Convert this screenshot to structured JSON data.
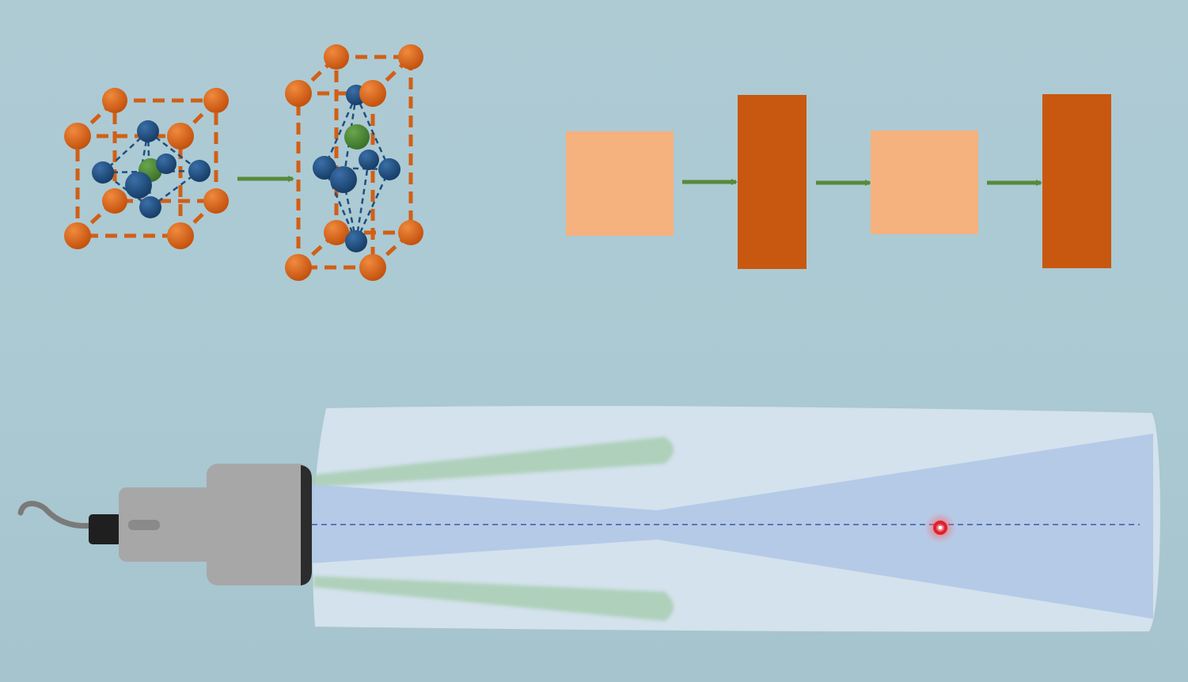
{
  "colors": {
    "background": "#abc9d2",
    "orange_atom": "#d15f16",
    "blue_atom": "#1e4f80",
    "green_atom": "#4a8a35",
    "arrow": "#568a3b",
    "light_block": "#f5b17e",
    "dark_block": "#c8580f",
    "beam_tube": "#d7e4ef",
    "laser_beam": "#b1c8e6",
    "side_beam": "#a9cdb2",
    "probe_body": "#a7a7a7",
    "axis_dash": "#3c5bb0",
    "laser_dot": "#e0202a"
  },
  "icons": {
    "crystal_before": "cubic-crystal-cell-icon",
    "crystal_after": "elongated-crystal-cell-icon",
    "probe": "laser-probe-head-icon",
    "focus": "laser-focus-dot-icon"
  },
  "blocks": [
    "light",
    "dark",
    "light",
    "dark"
  ]
}
